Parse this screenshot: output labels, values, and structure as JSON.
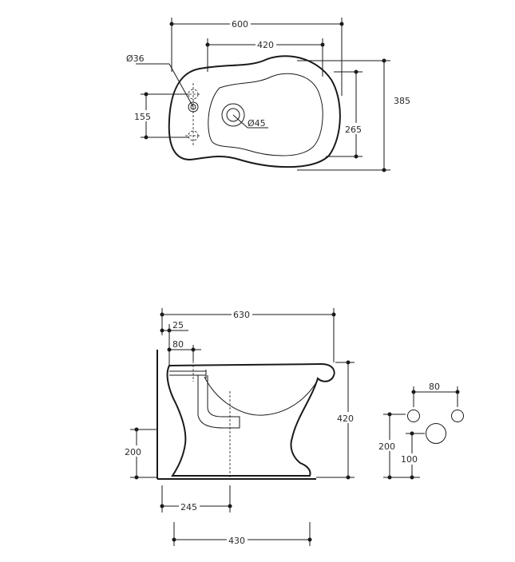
{
  "top_view": {
    "width_total": "600",
    "bowl_width": "420",
    "tap_hole_diameter": "Ø36",
    "tap_hole_spacing": "155",
    "drain_diameter": "Ø45",
    "depth_to_drain": "265",
    "depth_total": "385"
  },
  "side_view": {
    "length_total": "630",
    "rim_offset": "25",
    "wall_gap": "80",
    "height": "420",
    "inlet_height": "200",
    "drain_from_wall": "245",
    "foot_length": "430"
  },
  "fixing": {
    "bolt_spacing": "80",
    "bolt_height": "200",
    "drain_height": "100"
  },
  "colors": {
    "line": "#1a1a1a",
    "background": "#ffffff"
  }
}
